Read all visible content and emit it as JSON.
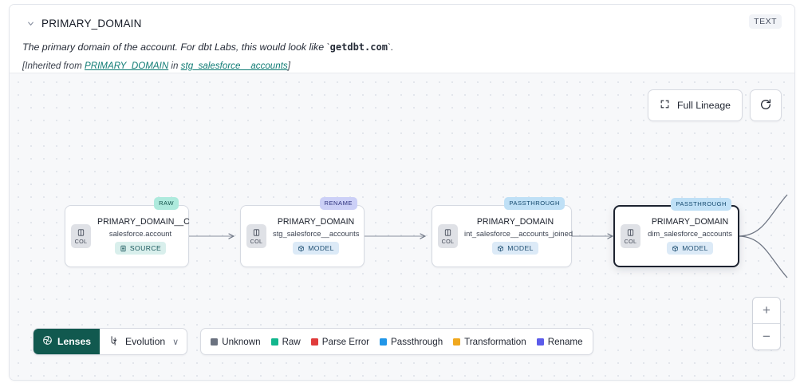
{
  "header": {
    "collapse_icon": "chevron-down-icon",
    "title": "PRIMARY_DOMAIN",
    "type_badge": "TEXT",
    "description_prefix": "The primary domain of the account. For dbt Labs, this would look like `",
    "description_code": "getdbt.com",
    "description_suffix": "`.",
    "inherited_open": "[Inherited from ",
    "inherited_column_link": "PRIMARY_DOMAIN",
    "inherited_mid": " in ",
    "inherited_model_link": "stg_salesforce__accounts",
    "inherited_close": "]"
  },
  "canvas_controls": {
    "full_lineage_label": "Full Lineage",
    "full_lineage_icon": "expand-icon",
    "refresh_icon": "refresh-icon",
    "zoom_in_label": "+",
    "zoom_out_label": "−"
  },
  "graph": {
    "nodes": [
      {
        "column": "PRIMARY_DOMAIN__C",
        "table": "salesforce.account",
        "kind": "SOURCE",
        "kind_icon": "database-icon",
        "lens": "RAW",
        "lens_color": "#aeeadd",
        "col_label": "COL",
        "col_icon": "column-icon",
        "selected": false
      },
      {
        "column": "PRIMARY_DOMAIN",
        "table": "stg_salesforce__accounts",
        "kind": "MODEL",
        "kind_icon": "cube-icon",
        "lens": "RENAME",
        "lens_color": "#ccd0f7",
        "col_label": "COL",
        "col_icon": "column-icon",
        "selected": false
      },
      {
        "column": "PRIMARY_DOMAIN",
        "table": "int_salesforce__accounts_joined",
        "kind": "MODEL",
        "kind_icon": "cube-icon",
        "lens": "PASSTHROUGH",
        "lens_color": "#bfe0f6",
        "col_label": "COL",
        "col_icon": "column-icon",
        "selected": false
      },
      {
        "column": "PRIMARY_DOMAIN",
        "table": "dim_salesforce_accounts",
        "kind": "MODEL",
        "kind_icon": "cube-icon",
        "lens": "PASSTHROUGH",
        "lens_color": "#bfe0f6",
        "col_label": "COL",
        "col_icon": "column-icon",
        "selected": true
      }
    ]
  },
  "bottom_bar": {
    "lenses_label": "Lenses",
    "lenses_icon": "lens-aperture-icon",
    "evolution_label": "Evolution",
    "evolution_icon": "evolution-flow-icon",
    "evolution_caret": "∨",
    "legend": [
      {
        "label": "Unknown",
        "color": "#6b7280"
      },
      {
        "label": "Raw",
        "color": "#12b68d"
      },
      {
        "label": "Parse Error",
        "color": "#e03b3b"
      },
      {
        "label": "Passthrough",
        "color": "#2196e8"
      },
      {
        "label": "Transformation",
        "color": "#f0a81e"
      },
      {
        "label": "Rename",
        "color": "#5b5bea"
      }
    ]
  }
}
